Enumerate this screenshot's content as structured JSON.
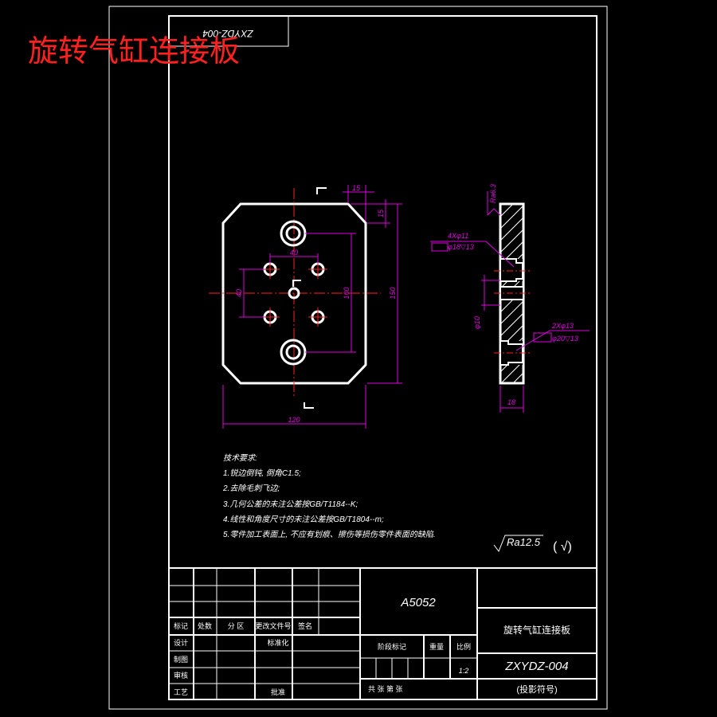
{
  "title_big": "旋转气缸连接板",
  "drawing_no_rotated": "ZXYDZ-004",
  "colors": {
    "outline": "#ffffff",
    "dimension": "#e100e1",
    "centerline": "#ff2020",
    "title": "#ff2020"
  },
  "section_mark": "⌐",
  "dims": {
    "chamfer_h": "15",
    "chamfer_v": "15",
    "hole_pitch_h": "40",
    "hole_pitch_v": "40",
    "big_hole_pitch": "100",
    "height": "150",
    "width": "120",
    "thread": "4Xφ11",
    "counterbore": "φ18▽13",
    "roughness_top": "Ra6.3",
    "center_dia": "φ10",
    "hole2": "2Xφ13",
    "hole2_cb": "φ20▽13",
    "thickness": "18"
  },
  "tech_notes": {
    "heading": "技术要求:",
    "items": [
      "1.锐边倒钝, 倒角C1.5;",
      "2.去除毛刺飞边;",
      "3.几何公差的未注公差按GB/T1184--K;",
      "4.线性和角度尺寸的未注公差按GB/T1804--m;",
      "5.零件加工表面上, 不应有划痕、擦伤等损伤零件表面的缺陷."
    ]
  },
  "roughness_general": "Ra12.5",
  "roughness_paren": "( √)",
  "title_block": {
    "material": "A5052",
    "part_name": "旋转气缸连接板",
    "drawing_no": "ZXYDZ-004",
    "row_labels": [
      "标记",
      "处数",
      "分 区",
      "更改文件号",
      "签名"
    ],
    "design": "设计",
    "standardize": "标准化",
    "drawing": "制图",
    "check": "审核",
    "process": "工艺",
    "approve": "批准",
    "stage_mark": "阶段标记",
    "weight": "重量",
    "scale_label": "比例",
    "scale": "1:2",
    "sheets": "共   张 第   张",
    "projection": "(投影符号)"
  }
}
